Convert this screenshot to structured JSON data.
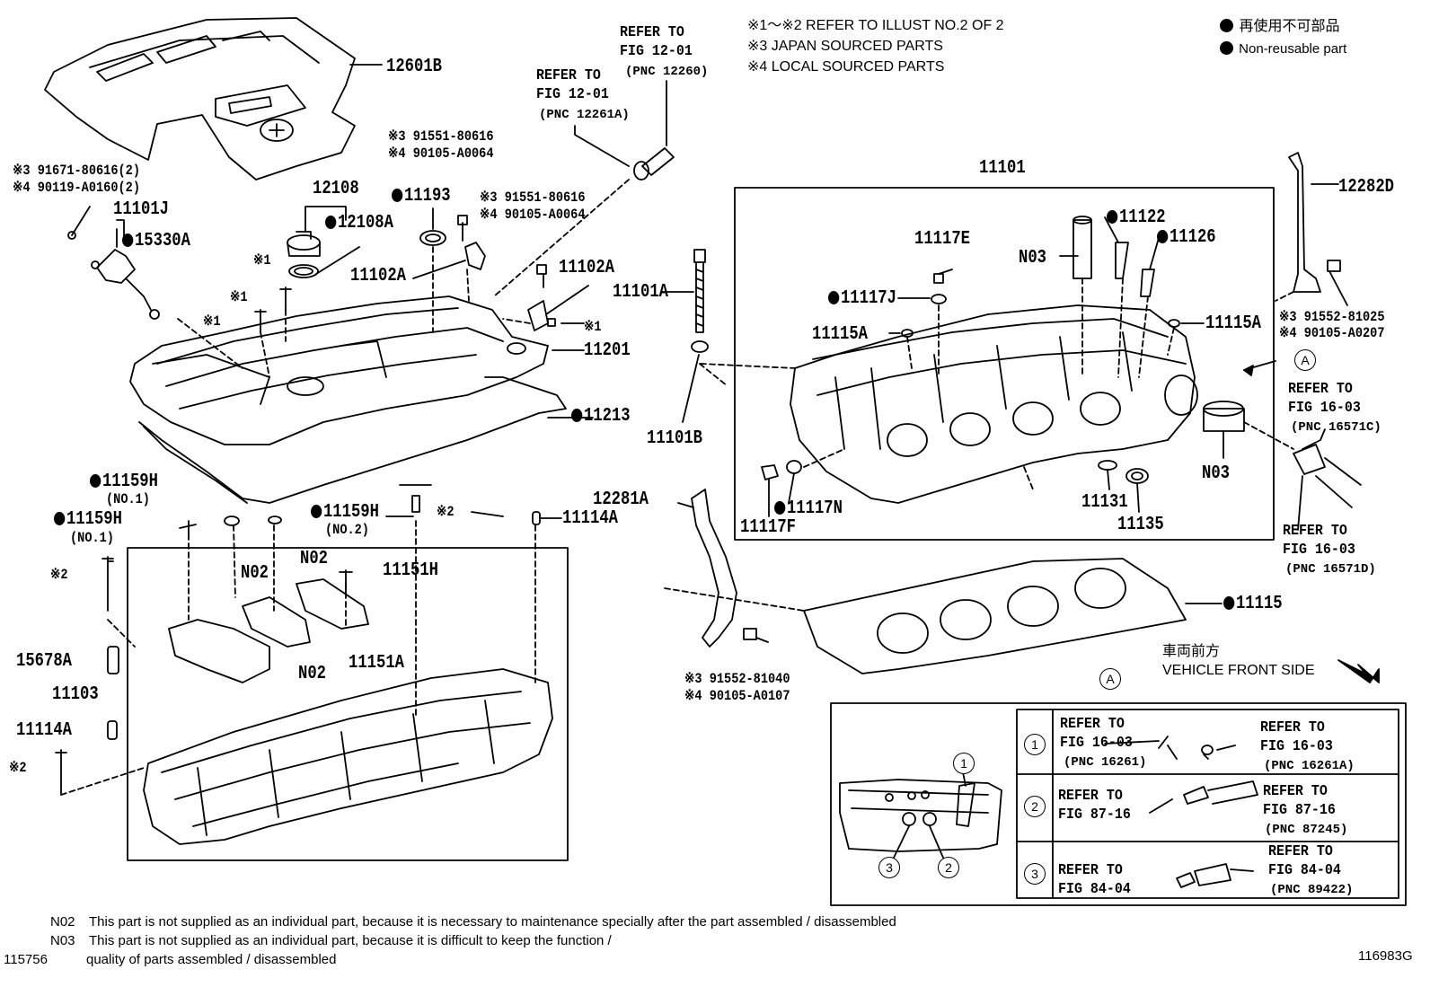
{
  "header": {
    "note_1": "※1～※2  REFER TO ILLUST NO.2 OF 2",
    "note_2": "※3 JAPAN SOURCED PARTS",
    "note_3": "※4 LOCAL SOURCED PARTS",
    "legend_jp": "再使用不可部品",
    "legend_en": "Non-reusable part"
  },
  "refs": {
    "r1": "REFER TO\nFIG 12-01",
    "r1_pnc": "(PNC 12260)",
    "r2": "REFER TO\nFIG 12-01",
    "r2_pnc": "(PNC 12261A)",
    "r3": "REFER TO\nFIG 16-03",
    "r3_pnc": "(PNC 16571C)",
    "r4": "REFER TO\nFIG 16-03",
    "r4_pnc": "(PNC 16571D)"
  },
  "parts": {
    "p12601B": "12601B",
    "p91671": "※3 91671-80616(2)",
    "p90119": "※4 90119-A0160(2)",
    "p11101J": "11101J",
    "p15330A": "15330A",
    "p12108": "12108",
    "p12108A": "12108A",
    "p91551a": "※3 91551-80616",
    "p90105a": "※4 90105-A0064",
    "p11193": "11193",
    "p91551b": "※3 91551-80616",
    "p90105b": "※4 90105-A0064",
    "p11102A_1": "11102A",
    "p11102A_2": "11102A",
    "x1a": "※1",
    "x1b": "※1",
    "x1c": "※1",
    "x1d": "※1",
    "p11201": "11201",
    "p11213": "11213",
    "p11101A": "11101A",
    "p11101B": "11101B",
    "p11101": "11101",
    "p11117E": "11117E",
    "p11117J": "11117J",
    "pN03a": "N03",
    "p11122": "11122",
    "p11126": "11126",
    "p11115A_1": "11115A",
    "p11115A_2": "11115A",
    "p12282D": "12282D",
    "p91552a": "※3 91552-81025",
    "p90105c": "※4 90105-A0207",
    "pA": "A",
    "pN03b": "N03",
    "p11131": "11131",
    "p11135": "11135",
    "p11117F": "11117F",
    "p11117N": "11117N",
    "p11159H_1": "11159H",
    "p11159H_1n": "(NO.1)",
    "p11159H_2": "11159H",
    "p11159H_2n": "(NO.1)",
    "p11159H_3": "11159H",
    "p11159H_3n": "(NO.2)",
    "x2a": "※2",
    "x2b": "※2",
    "x2c": "※2",
    "p11114A_1": "11114A",
    "p11114A_2": "11114A",
    "pN02a": "N02",
    "pN02b": "N02",
    "pN02c": "N02",
    "p11151H": "11151H",
    "p11151A": "11151A",
    "p15678A": "15678A",
    "p11103": "11103",
    "p12281A": "12281A",
    "p91552b": "※3 91552-81040",
    "p90105d": "※4 90105-A0107",
    "p11115": "11115"
  },
  "front": {
    "jp": "車両前方",
    "en": "VEHICLE FRONT SIDE"
  },
  "detail": {
    "marker": "A",
    "rows": [
      {
        "num": "1",
        "left": "REFER TO\nFIG 16-03",
        "left_pnc": "(PNC 16261)",
        "right": "REFER TO\nFIG 16-03",
        "right_pnc": "(PNC 16261A)"
      },
      {
        "num": "2",
        "left": "REFER TO\nFIG 87-16",
        "left_pnc": "",
        "right": "REFER TO\nFIG 87-16",
        "right_pnc": "(PNC 87245)"
      },
      {
        "num": "3",
        "left": "REFER TO\nFIG 84-04",
        "left_pnc": "",
        "right": "REFER TO\nFIG 84-04",
        "right_pnc": "(PNC 89422)"
      }
    ],
    "callout_1": "1",
    "callout_2": "2",
    "callout_3": "3"
  },
  "footer": {
    "n02_code": "N02",
    "n02_text": "This part is not supplied as an individual part, because it is necessary to maintenance specially after the part assembled / disassembled",
    "n03_code": "N03",
    "n03_text": "This part is not supplied as an individual part, because it is difficult to keep the function /",
    "code_left": "115756",
    "n03_cont": "quality of parts  assembled / disassembled",
    "code_right": "116983G"
  }
}
